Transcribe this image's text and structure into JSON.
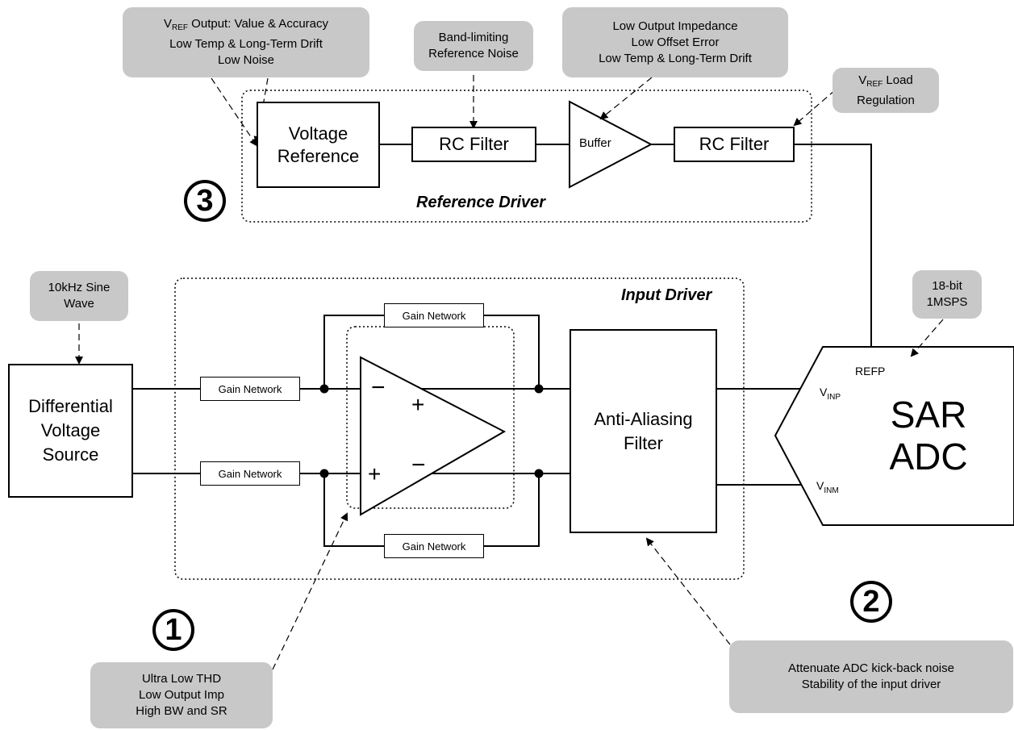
{
  "callouts": {
    "vref": {
      "line1_main": "V",
      "line1_sub": "REF",
      "line1_rest": " Output: Value & Accuracy",
      "line2": "Low Temp & Long-Term Drift",
      "line3": "Low Noise"
    },
    "bandlimit": {
      "line1": "Band-limiting",
      "line2": "Reference Noise"
    },
    "buffer_req": {
      "line1": "Low Output Impedance",
      "line2": "Low Offset Error",
      "line3": "Low Temp & Long-Term Drift"
    },
    "load_reg": {
      "line1_main": "V",
      "line1_sub": "REF",
      "line1_rest": " Load",
      "line2": "Regulation"
    },
    "sine": {
      "line1": "10kHz Sine",
      "line2": "Wave"
    },
    "adc_spec": {
      "line1": "18-bit",
      "line2": "1MSPS"
    },
    "amp_req": {
      "line1": "Ultra Low THD",
      "line2": "Low Output Imp",
      "line3": "High BW and SR"
    },
    "filter_req": {
      "line1": "Attenuate ADC kick-back noise",
      "line2": "Stability of the input driver"
    }
  },
  "blocks": {
    "voltage_reference": {
      "line1": "Voltage",
      "line2": "Reference"
    },
    "rc_filter_1": "RC Filter",
    "buffer": "Buffer",
    "rc_filter_2": "RC Filter",
    "source": {
      "line1": "Differential",
      "line2": "Voltage",
      "line3": "Source"
    },
    "gain_top": "Gain Network",
    "gain_in_top": "Gain Network",
    "gain_in_bottom": "Gain Network",
    "gain_bottom": "Gain Network",
    "aaf": {
      "line1": "Anti-Aliasing",
      "line2": "Filter"
    },
    "adc": {
      "line1": "SAR",
      "line2": "ADC"
    }
  },
  "labels": {
    "reference_driver": "Reference Driver",
    "input_driver": "Input Driver",
    "refp": "REFP",
    "vinp_main": "V",
    "vinp_sub": "INP",
    "vinm_main": "V",
    "vinm_sub": "INM",
    "minus": "−",
    "plus": "+",
    "num1": "1",
    "num2": "2",
    "num3": "3"
  }
}
